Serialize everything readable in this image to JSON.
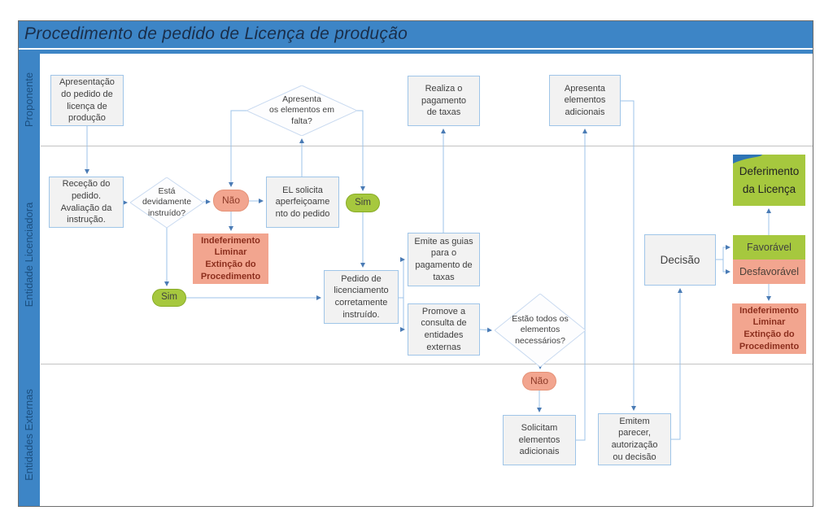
{
  "title": "Procedimento de pedido de Licença de produção",
  "lanes": [
    {
      "label": "Proponente"
    },
    {
      "label": "Entidade Licenciadora"
    },
    {
      "label": "Entidades Externas"
    }
  ],
  "nodes": {
    "apresentacao": {
      "text": "Apresentação\ndo pedido de\nlicença de\nprodução"
    },
    "apresenta_falta": {
      "text": "Apresenta\nos elementos em\nfalta?"
    },
    "realiza_pagamento": {
      "text": "Realiza o\npagamento\nde taxas"
    },
    "apresenta_adicionais": {
      "text": "Apresenta\nelementos\nadicionais"
    },
    "rececao": {
      "text": "Receção do\npedido.\nAvaliação da\ninstrução."
    },
    "esta_instruido": {
      "text": "Está\ndevidamente\ninstruído?"
    },
    "nao_1": {
      "text": "Não"
    },
    "el_solicita": {
      "text": "EL solicita\naperfeiçoame\nnto do pedido"
    },
    "sim_2": {
      "text": "Sim"
    },
    "indeferimento_1": {
      "text": "Indeferimento\nLiminar\nExtinção do\nProcedimento"
    },
    "sim_1": {
      "text": "Sim"
    },
    "pedido_instruido": {
      "text": "Pedido de\nlicenciamento\ncorretamente\ninstruído."
    },
    "emite_guias": {
      "text": "Emite as guias\npara o\npagamento de\ntaxas"
    },
    "promove_consulta": {
      "text": "Promove a\nconsulta de\nentidades\nexternas"
    },
    "estao_todos": {
      "text": "Estão todos os\nelementos\nnecessários?"
    },
    "decisao": {
      "text": "Decisão"
    },
    "favoravel": {
      "text": "Favorável"
    },
    "desfavoravel": {
      "text": "Desfavorável"
    },
    "indeferimento_2": {
      "text": "Indeferimento\nLiminar\nExtinção do\nProcedimento"
    },
    "deferimento": {
      "text": "Deferimento\nda Licença"
    },
    "nao_2": {
      "text": "Não"
    },
    "solicitam_elementos": {
      "text": "Solicitam\nelementos\nadicionais"
    },
    "emitem_parecer": {
      "text": "Emitem\nparecer,\nautorização\nou decisão"
    }
  },
  "edges": [
    {
      "from": "apresentacao",
      "to": "rececao"
    },
    {
      "from": "rececao",
      "to": "esta_instruido"
    },
    {
      "from": "esta_instruido",
      "to": "nao_1"
    },
    {
      "from": "nao_1",
      "to": "el_solicita"
    },
    {
      "from": "nao_1",
      "to": "indeferimento_1"
    },
    {
      "from": "esta_instruido",
      "to": "sim_1"
    },
    {
      "from": "sim_1",
      "to": "pedido_instruido"
    },
    {
      "from": "el_solicita",
      "to": "apresenta_falta"
    },
    {
      "from": "apresenta_falta",
      "to": "nao_1"
    },
    {
      "from": "apresenta_falta",
      "to": "sim_2"
    },
    {
      "from": "sim_2",
      "to": "pedido_instruido"
    },
    {
      "from": "pedido_instruido",
      "to": "emite_guias"
    },
    {
      "from": "pedido_instruido",
      "to": "promove_consulta"
    },
    {
      "from": "emite_guias",
      "to": "realiza_pagamento"
    },
    {
      "from": "promove_consulta",
      "to": "estao_todos"
    },
    {
      "from": "estao_todos",
      "to": "nao_2"
    },
    {
      "from": "nao_2",
      "to": "solicitam_elementos"
    },
    {
      "from": "solicitam_elementos",
      "to": "apresenta_adicionais"
    },
    {
      "from": "apresenta_adicionais",
      "to": "emitem_parecer"
    },
    {
      "from": "emitem_parecer",
      "to": "decisao"
    },
    {
      "from": "decisao",
      "to": "favoravel"
    },
    {
      "from": "decisao",
      "to": "desfavoravel"
    },
    {
      "from": "favoravel",
      "to": "deferimento"
    },
    {
      "from": "desfavoravel",
      "to": "indeferimento_2"
    }
  ],
  "colors": {
    "bar_blue": "#3d85c6",
    "lane_label_text": "#1b4f80",
    "title_text": "#1a2e4a",
    "box_fill": "#f2f2f2",
    "box_border": "#9fc5e8",
    "diamond_border": "#c9daf0",
    "connector_line": "#9cc3e8",
    "arrowhead": "#4a7bb5",
    "green": "#a6c83e",
    "salmon": "#f2a58f",
    "maroon_text": "#8c2e1d",
    "swoosh_blue": "#2e74b5"
  }
}
